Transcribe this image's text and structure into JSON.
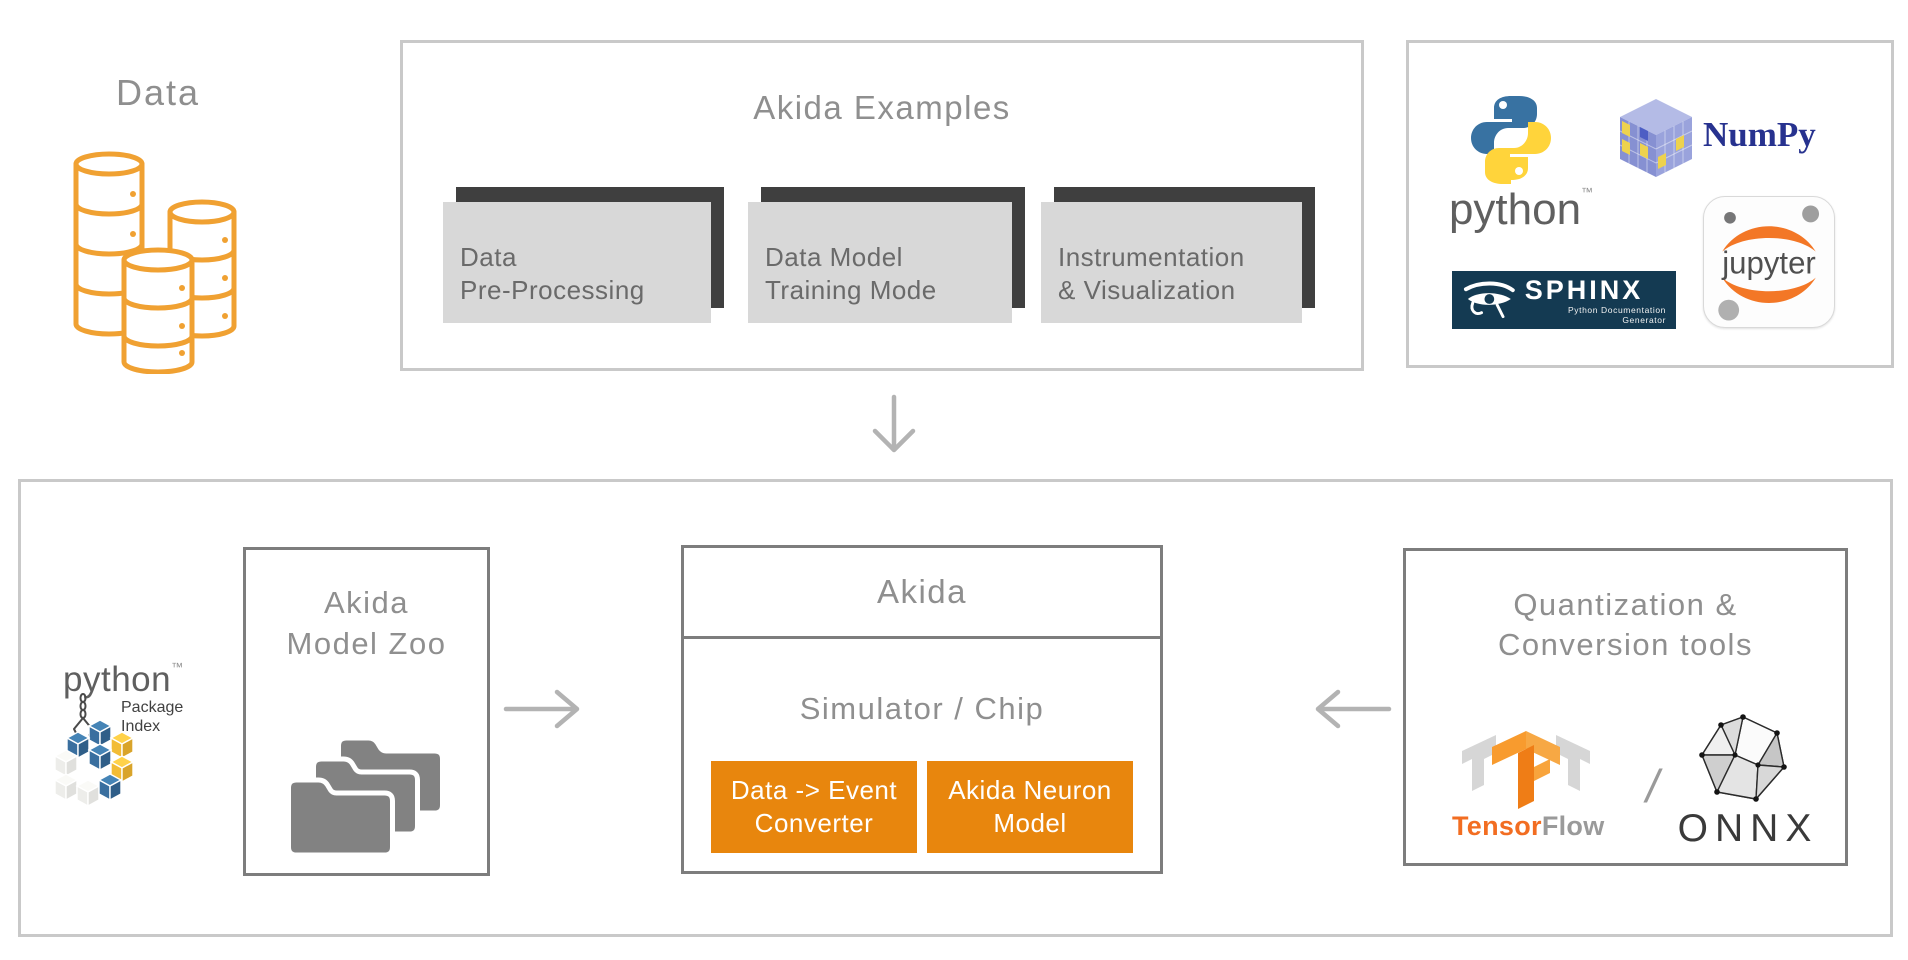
{
  "data_source": {
    "label": "Data"
  },
  "examples": {
    "title": "Akida Examples",
    "cards": [
      {
        "line1": "Data",
        "line2": "Pre-Processing"
      },
      {
        "line1": "Data Model",
        "line2": "Training Mode"
      },
      {
        "line1": "Instrumentation",
        "line2": "& Visualization"
      }
    ]
  },
  "logos": {
    "python_word": "python",
    "python_tm": "™",
    "numpy": "NumPy",
    "sphinx": "SPHINX",
    "sphinx_subtitle": "Python Documentation Generator",
    "jupyter": "jupyter"
  },
  "pypi": {
    "word": "python",
    "tm": "™",
    "sub_line1": "Package",
    "sub_line2": "Index"
  },
  "model_zoo": {
    "title_line1": "Akida",
    "title_line2": "Model Zoo"
  },
  "akida": {
    "title": "Akida",
    "subtitle": "Simulator / Chip",
    "button1_line1": "Data -> Event",
    "button1_line2": "Converter",
    "button2_line1": "Akida Neuron",
    "button2_line2": "Model"
  },
  "quantization": {
    "title_line1": "Quantization &",
    "title_line2": "Conversion tools",
    "tf_word_a": "Tensor",
    "tf_word_b": "Flow",
    "separator": "/",
    "onnx": "ONNX"
  },
  "icons": {
    "database": "database-cylinders-icon",
    "folders": "stacked-folders-icon",
    "arrow_down": "arrow-down-icon",
    "arrow_right": "arrow-right-icon",
    "arrow_left": "arrow-left-icon",
    "python": "python-logo",
    "numpy": "numpy-logo",
    "sphinx": "sphinx-logo",
    "jupyter": "jupyter-logo",
    "pypi": "pypi-logo",
    "tensorflow": "tensorflow-logo",
    "onnx": "onnx-logo"
  },
  "colors": {
    "accent_orange": "#e8860d",
    "db_orange": "#f0a132",
    "card_gray": "#d8d8d8",
    "card_shadow": "#3f3f3f",
    "border_light": "#c9c9c9",
    "border_dark": "#7d7d7d",
    "arrow_gray": "#b3b3b3",
    "text_gray": "#8f8f8f",
    "jupyter_orange": "#f37726",
    "tf_orange": "#f26d21",
    "sphinx_navy": "#143a52",
    "numpy_blue": "#27328f",
    "python_blue": "#3872a2",
    "python_yellow": "#ffd43b"
  }
}
